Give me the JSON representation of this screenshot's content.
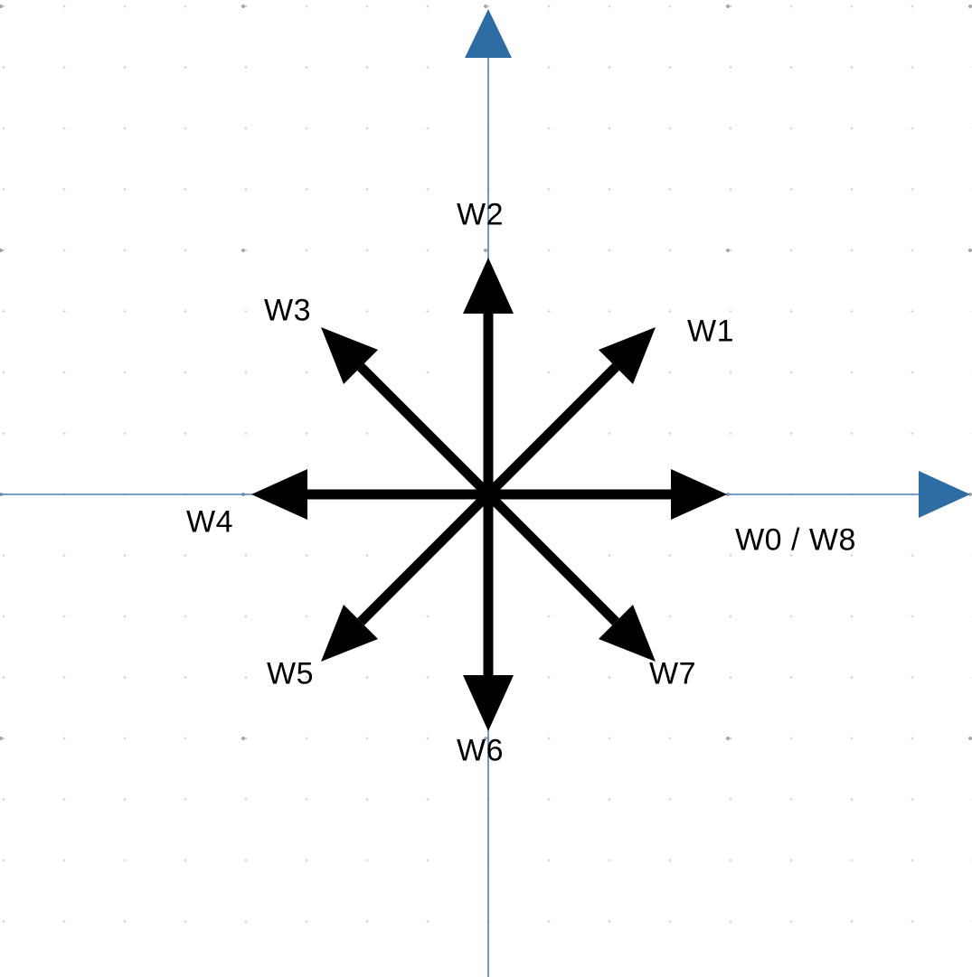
{
  "diagram": {
    "description": "Eight-direction arrow star (wind/neighbour directions W0-W8) over blue x/y axes on a dotted grid canvas",
    "labels": {
      "w0w8": "W0 / W8",
      "w1": "W1",
      "w2": "W2",
      "w3": "W3",
      "w4": "W4",
      "w5": "W5",
      "w6": "W6",
      "w7": "W7"
    },
    "directions": [
      {
        "label": "W0 / W8",
        "direction": "east",
        "angle_deg": 0
      },
      {
        "label": "W1",
        "direction": "north-east",
        "angle_deg": 45
      },
      {
        "label": "W2",
        "direction": "north",
        "angle_deg": 90
      },
      {
        "label": "W3",
        "direction": "north-west",
        "angle_deg": 135
      },
      {
        "label": "W4",
        "direction": "west",
        "angle_deg": 180
      },
      {
        "label": "W5",
        "direction": "south-west",
        "angle_deg": 225
      },
      {
        "label": "W6",
        "direction": "south",
        "angle_deg": 270
      },
      {
        "label": "W7",
        "direction": "south-east",
        "angle_deg": 315
      }
    ],
    "colors": {
      "background": "#ffffff",
      "arrow": "#000000",
      "axis_line": "#4d7ebf",
      "axis_arrowhead": "#2e6da4",
      "grid_dot_minor": "#d9d9d9",
      "grid_dot_major": "#a6a6a6",
      "label_text": "#000000"
    }
  }
}
